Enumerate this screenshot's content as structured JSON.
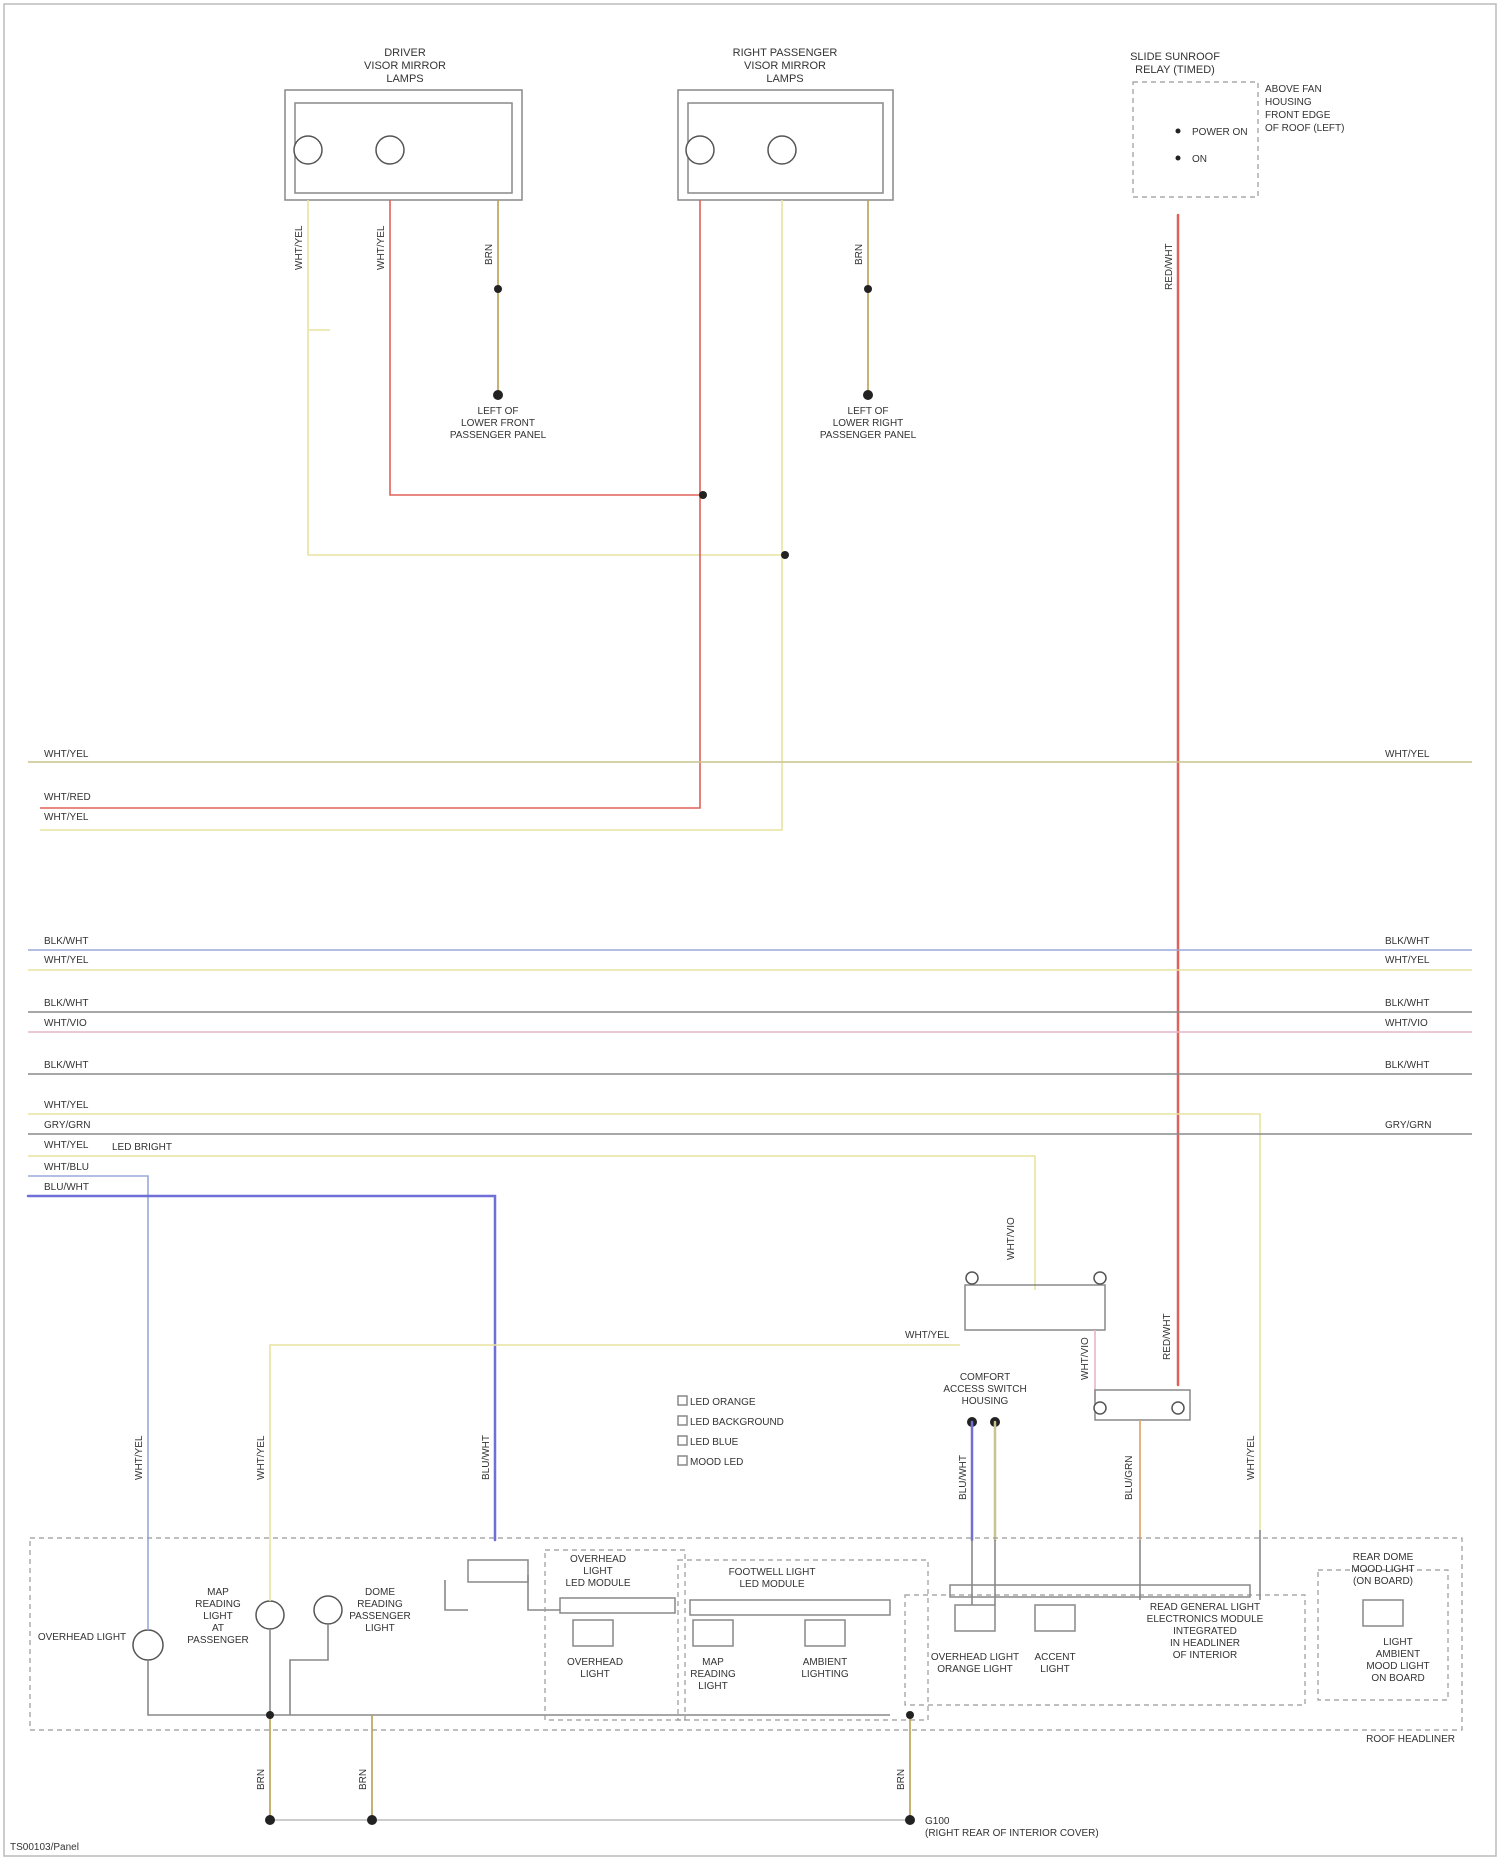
{
  "colors": {
    "red": "#e0605a",
    "yellow": "#e8e4a0",
    "tan": "#c8c48a",
    "blue": "#6f6fd8",
    "lightblue": "#9aa8d8",
    "pink": "#e6b6c8",
    "gray": "#8a8a8a",
    "brown": "#b8a050",
    "orange": "#e0a060"
  },
  "components": {
    "driver_lamp_l1": "DRIVER",
    "driver_lamp_l2": "VISOR MIRROR",
    "driver_lamp_l3": "LAMPS",
    "pass_lamp_l1": "RIGHT PASSENGER",
    "pass_lamp_l2": "VISOR MIRROR",
    "pass_lamp_l3": "LAMPS",
    "relay_l1": "SLIDE SUNROOF",
    "relay_l2": "RELAY (TIMED)",
    "relay_note_l1": "ABOVE FAN",
    "relay_note_l2": "HOUSING",
    "relay_note_l3": "FRONT EDGE",
    "relay_note_l4": "OF ROOF (LEFT)",
    "relay_pin1": "POWER ON",
    "relay_pin2": "ON",
    "ground_l_l1": "LEFT OF",
    "ground_l_l2": "LOWER FRONT",
    "ground_l_l3": "PASSENGER PANEL",
    "ground_r_l1": "LEFT OF",
    "ground_r_l2": "LOWER RIGHT",
    "ground_r_l3": "PASSENGER PANEL",
    "comfort_l1": "COMFORT",
    "comfort_l2": "ACCESS SWITCH",
    "comfort_l3": "HOUSING",
    "legend_1": "LED ORANGE",
    "legend_2": "LED BACKGROUND",
    "legend_3": "LED BLUE",
    "legend_4": "MOOD LED",
    "overhead_lamp": "OVERHEAD LIGHT",
    "map_lamp_l1": "MAP",
    "map_lamp_l2": "READING",
    "map_lamp_l3": "LIGHT",
    "map_lamp_l4": "AT",
    "map_lamp_l5": "PASSENGER",
    "dome_l1": "DOME",
    "dome_l2": "READING",
    "dome_l3": "PASSENGER",
    "dome_l4": "LIGHT",
    "led_group_1_l1": "OVERHEAD",
    "led_group_1_l2": "LIGHT",
    "led_group_1_l3": "LED MODULE",
    "led_group_2_l1": "FOOTWELL LIGHT",
    "led_group_2_l2": "LED MODULE",
    "led_a_l1": "OVERHEAD",
    "led_a_l2": "LIGHT",
    "led_b_l1": "MAP",
    "led_b_l2": "READING",
    "led_b_l3": "LIGHT",
    "led_c_l1": "AMBIENT",
    "led_c_l2": "LIGHTING",
    "led_d_l1": "OVERHEAD LIGHT",
    "led_d_l2": "ORANGE LIGHT",
    "led_e_l1": "ACCENT",
    "led_e_l2": "LIGHT",
    "module_desc_l1": "READ GENERAL LIGHT",
    "module_desc_l2": "ELECTRONICS MODULE",
    "module_desc_l3": "INTEGRATED",
    "module_desc_l4": "IN HEADLINER",
    "module_desc_l5": "OF INTERIOR",
    "right_module_l1": "REAR DOME",
    "right_module_l2": "MOOD LIGHT",
    "right_module_l3": "(ON BOARD)",
    "right_led_l1": "LIGHT",
    "right_led_l2": "AMBIENT",
    "right_led_l3": "MOOD LIGHT",
    "right_led_l4": "ON BOARD",
    "headliner": "ROOF HEADLINER",
    "bottom_ground_l1": "G100",
    "bottom_ground_l2": "(RIGHT REAR OF INTERIOR COVER)",
    "footer_code": "TS00103/Panel",
    "wiring_note": "LED BRIGHT"
  },
  "wires": {
    "w_wht1": "WHT/YEL",
    "w_wht2": "WHT/YEL",
    "w_brn1": "BRN",
    "w_brn2": "BRN",
    "w_red_v": "RED/WHT",
    "bus1_l": "WHT/YEL",
    "bus1_r": "WHT/YEL",
    "bus2": "WHT/RED",
    "bus3": "WHT/YEL",
    "bus4_l": "BLK/WHT",
    "bus4_r": "BLK/WHT",
    "bus5_l": "WHT/YEL",
    "bus5_r": "WHT/YEL",
    "bus6_l": "BLK/WHT",
    "bus6_r": "BLK/WHT",
    "bus7_l": "WHT/VIO",
    "bus7_r": "WHT/VIO",
    "bus8_l": "BLK/WHT",
    "bus8_r": "BLK/WHT",
    "bus9": "WHT/YEL",
    "bus10_l": "GRY/GRN",
    "bus10_r": "GRY/GRN",
    "bus11": "WHT/YEL",
    "bus12": "WHT/BLU",
    "bus13": "BLU/WHT",
    "mid1": "WHT/YEL",
    "mid2": "WHT/YEL",
    "mid3": "WHT/YEL",
    "mid4": "BLU/WHT",
    "mid5": "WHT/VIO",
    "mid6": "RED/WHT",
    "mid7": "BLU/GRN",
    "mid8": "WHT/YEL",
    "mid9": "WHT/YEL",
    "g1": "BRN",
    "g2": "BRN",
    "g3": "BRN"
  }
}
